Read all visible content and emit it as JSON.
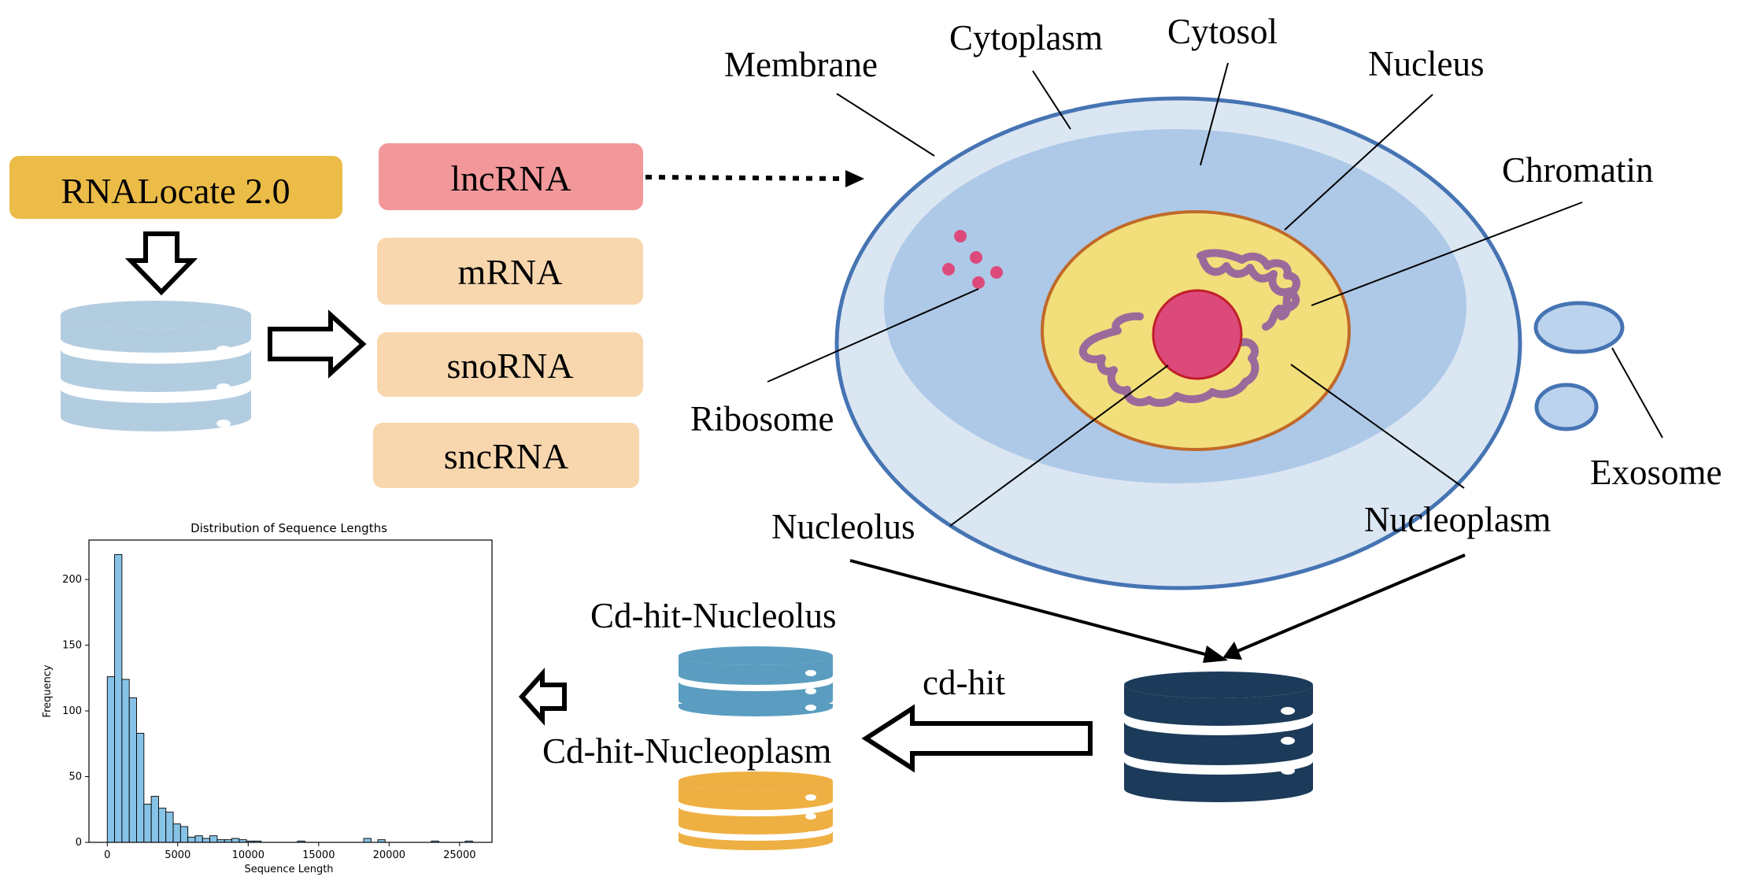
{
  "source": {
    "name": "RNALocate 2.0",
    "color": "#ecbc48",
    "db_icon_color": "#b3cde0"
  },
  "rna_types": [
    {
      "label": "lncRNA",
      "color": "#f2979a",
      "highlight": true
    },
    {
      "label": "mRNA",
      "color": "#f8d7ae",
      "highlight": false
    },
    {
      "label": "snoRNA",
      "color": "#f8d7ae",
      "highlight": false
    },
    {
      "label": "sncRNA",
      "color": "#f8d7ae",
      "highlight": false
    }
  ],
  "cell_labels": {
    "membrane": "Membrane",
    "cytoplasm": "Cytoplasm",
    "cytosol": "Cytosol",
    "nucleus": "Nucleus",
    "chromatin": "Chromatin",
    "ribosome": "Ribosome",
    "exosome": "Exosome",
    "nucleolus": "Nucleolus",
    "nucleoplasm": "Nucleoplasm"
  },
  "cell_colors": {
    "membrane": "#4674b3",
    "cytoplasm": "#dbe6f3",
    "cytosol": "#aec9e7",
    "nucleus_fill": "#f2de7a",
    "nucleus_border": "#c0692a",
    "nucleolus": "#dc4a7c",
    "chromatin": "#9b6a9b",
    "ribosome": "#dc4a7c",
    "exosome_fill": "#bcd3ee"
  },
  "processing": {
    "tool_label": "cd-hit",
    "merged_db_color": "#1c3b5a",
    "outputs": [
      {
        "label": "Cd-hit-Nucleolus",
        "color": "#5a9dc0"
      },
      {
        "label": "Cd-hit-Nucleoplasm",
        "color": "#eeb042"
      }
    ]
  },
  "chart_data": {
    "type": "bar",
    "title": "Distribution of Sequence Lengths",
    "xlabel": "Sequence Length",
    "ylabel": "Frequency",
    "xlim": [
      -1300,
      27300
    ],
    "ylim": [
      0,
      230
    ],
    "xticks": [
      0,
      5000,
      10000,
      15000,
      20000,
      25000
    ],
    "yticks": [
      0,
      50,
      100,
      150,
      200
    ],
    "bin_width": 520,
    "bar_color": "#87c3e6",
    "bins": [
      {
        "x": 0,
        "count": 126
      },
      {
        "x": 520,
        "count": 219
      },
      {
        "x": 1040,
        "count": 124
      },
      {
        "x": 1560,
        "count": 110
      },
      {
        "x": 2080,
        "count": 83
      },
      {
        "x": 2600,
        "count": 29
      },
      {
        "x": 3120,
        "count": 35
      },
      {
        "x": 3640,
        "count": 26
      },
      {
        "x": 4160,
        "count": 23
      },
      {
        "x": 4680,
        "count": 14
      },
      {
        "x": 5200,
        "count": 12
      },
      {
        "x": 5720,
        "count": 4
      },
      {
        "x": 6240,
        "count": 5
      },
      {
        "x": 6760,
        "count": 3
      },
      {
        "x": 7280,
        "count": 5
      },
      {
        "x": 7800,
        "count": 2
      },
      {
        "x": 8320,
        "count": 2
      },
      {
        "x": 8840,
        "count": 3
      },
      {
        "x": 9360,
        "count": 2
      },
      {
        "x": 9880,
        "count": 1
      },
      {
        "x": 10400,
        "count": 1
      },
      {
        "x": 13500,
        "count": 1
      },
      {
        "x": 18200,
        "count": 3
      },
      {
        "x": 19200,
        "count": 2
      },
      {
        "x": 23000,
        "count": 1
      },
      {
        "x": 25400,
        "count": 1
      }
    ]
  }
}
